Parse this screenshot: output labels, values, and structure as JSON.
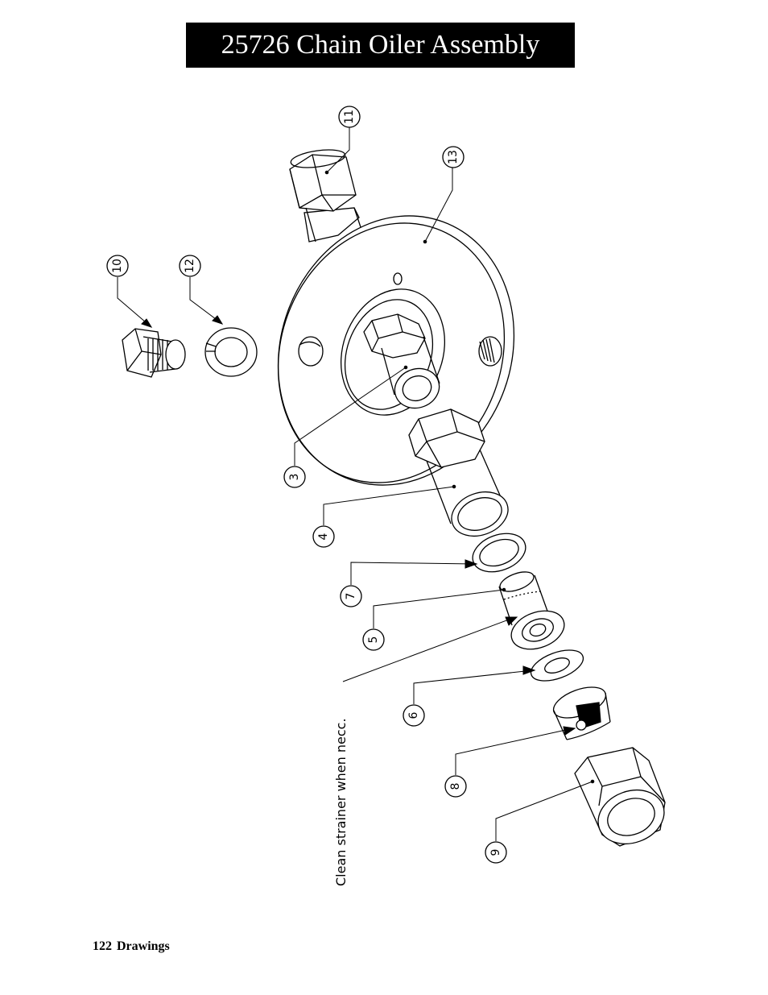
{
  "title": "25726 Chain Oiler Assembly",
  "footer": {
    "page_number": "122",
    "section": "Drawings"
  },
  "note": "Clean strainer when necc.",
  "callouts": {
    "c3": "3",
    "c4": "4",
    "c5": "5",
    "c6": "6",
    "c7": "7",
    "c8": "8",
    "c9": "9",
    "c10": "10",
    "c11": "11",
    "c12": "12",
    "c13": "13"
  },
  "colors": {
    "ink": "#000000",
    "paper": "#ffffff"
  }
}
